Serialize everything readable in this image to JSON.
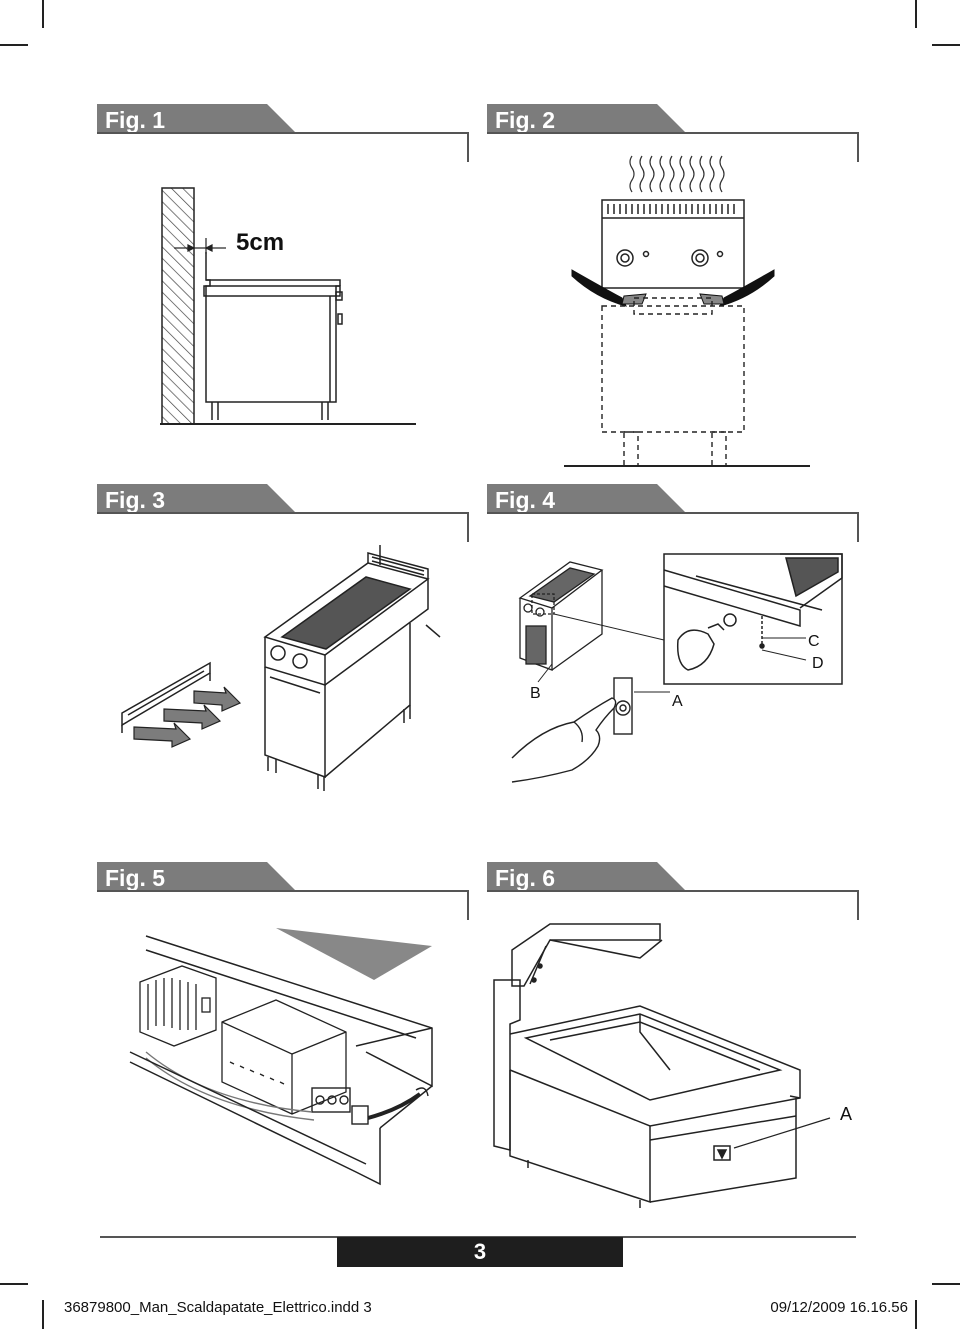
{
  "figures": [
    {
      "label": "Fig. 1",
      "callouts": [
        "5cm"
      ]
    },
    {
      "label": "Fig. 2",
      "callouts": []
    },
    {
      "label": "Fig. 3",
      "callouts": []
    },
    {
      "label": "Fig. 4",
      "callouts": [
        "B",
        "A",
        "C",
        "D"
      ]
    },
    {
      "label": "Fig. 5",
      "callouts": []
    },
    {
      "label": "Fig. 6",
      "callouts": [
        "A"
      ]
    }
  ],
  "page_number": "3",
  "slug": {
    "file": "36879800_Man_Scaldapatate_Elettrico.indd   3",
    "datetime": "09/12/2009   16.16.56"
  },
  "colors": {
    "tab": "#7c7c7c",
    "page_box": "#1e1e1e",
    "hatch": "#444444"
  }
}
